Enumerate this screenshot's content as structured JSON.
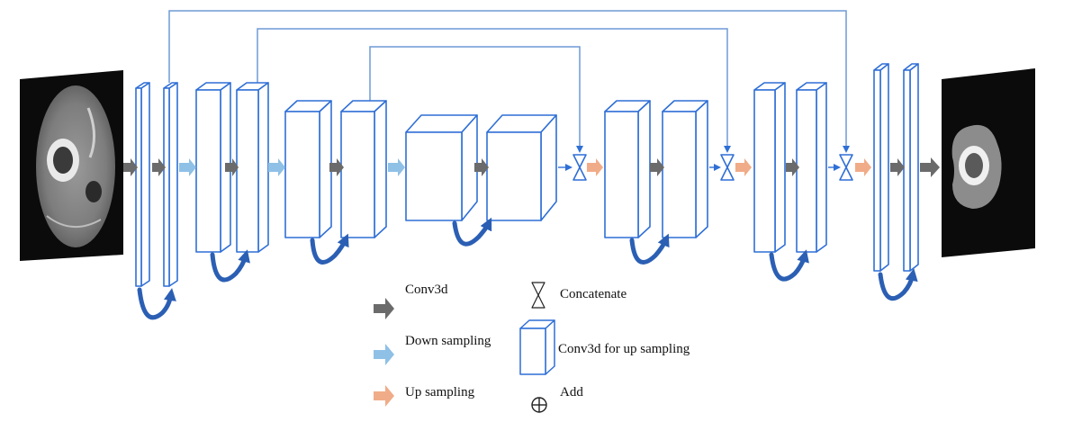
{
  "legend": {
    "conv3d": "Conv3d",
    "down_sampling": "Down sampling",
    "up_sampling": "Up sampling",
    "concatenate": "Concatenate",
    "conv3d_up": "Conv3d for up sampling",
    "add": "Add"
  },
  "colors": {
    "block_stroke": "#2f6fd6",
    "conv_arrow": "#6b6b6b",
    "down_arrow": "#8fc0e6",
    "up_arrow": "#f0ac88",
    "residual_arrow": "#2b5fb4",
    "skip_line": "#6f9ad6"
  },
  "images": {
    "input": "input-mri-scan",
    "output": "output-segmentation-mask"
  }
}
